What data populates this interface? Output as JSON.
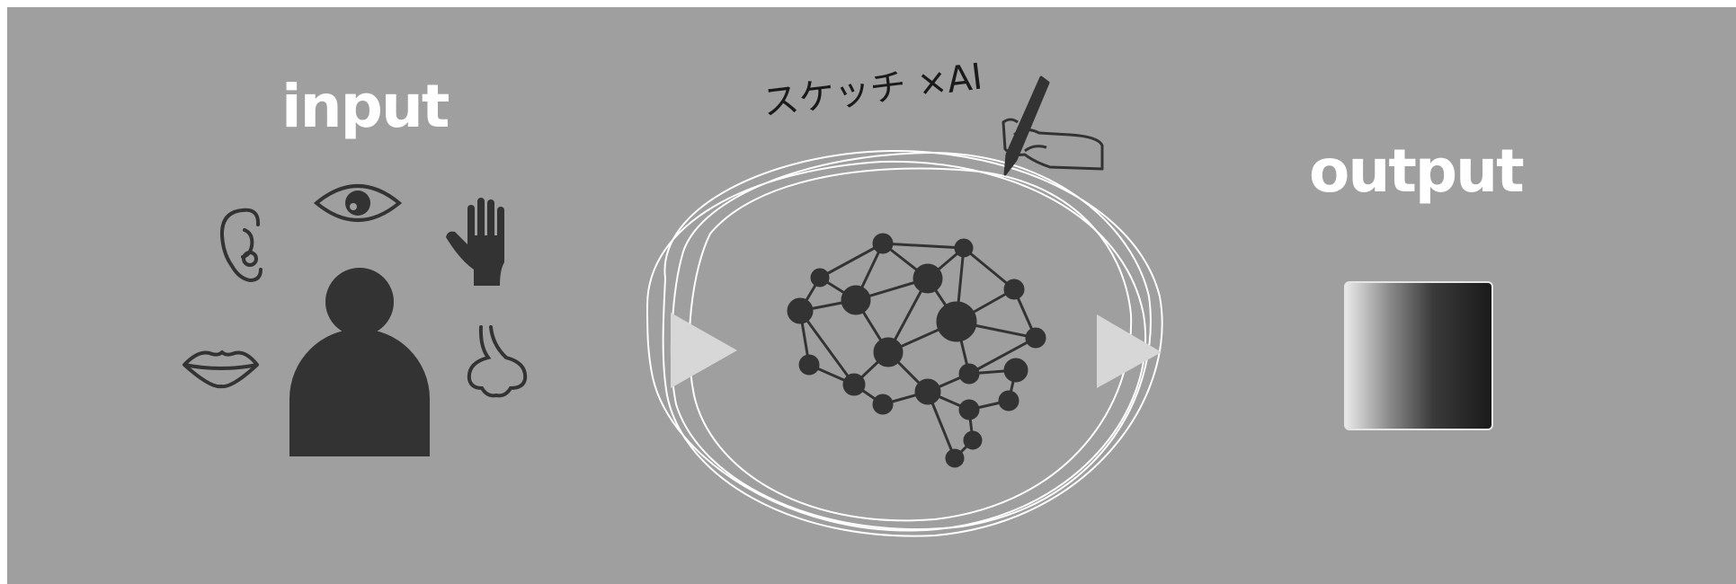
{
  "diagram": {
    "input_label": "input",
    "output_label": "output",
    "caption": "スケッチ ×AI"
  },
  "colors": {
    "background": "#9e9f9e",
    "text_white": "#ffffff",
    "icon_dark": "#333333",
    "arrow_light": "#d7d7d7",
    "scribble": "#ffffff"
  },
  "icons": [
    "ear-icon",
    "eye-icon",
    "hand-icon",
    "lips-icon",
    "nose-icon",
    "person-icon",
    "brain-network-icon",
    "pencil-hand-icon",
    "arrow-right-icon",
    "output-gradient-square"
  ]
}
